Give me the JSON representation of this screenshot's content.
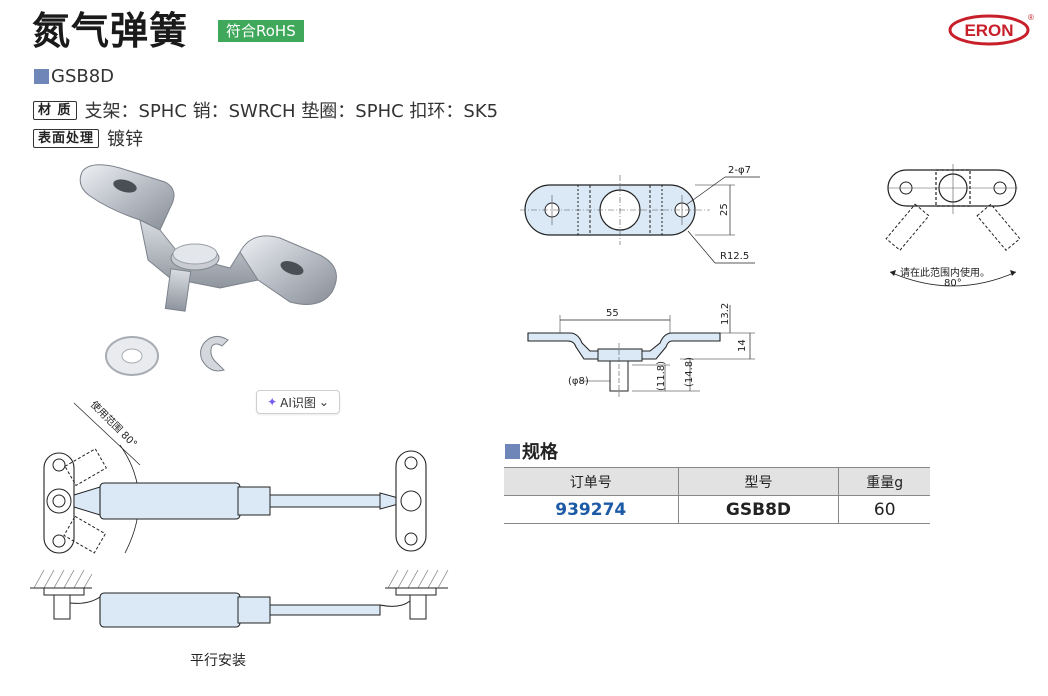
{
  "header": {
    "title": "氮气弹簧",
    "rohs_badge": "符合RoHS",
    "logo_text": "ERON",
    "logo_reg": "®"
  },
  "product": {
    "model_code": "GSB8D",
    "material_tag": "材 质",
    "material_text": "支架：SPHC 销：SWRCH 垫圈：SPHC 扣环：SK5",
    "surface_tag": "表面处理",
    "surface_text": "镀锌"
  },
  "ai_button": {
    "label": "AI识图",
    "chevron": "⌄",
    "icon": "sparkle-icon"
  },
  "drawing": {
    "hole_label": "2-φ7",
    "dim_25": "25",
    "r_label": "R12.5",
    "dim_55": "55",
    "dim_13_2": "13.2",
    "dim_14": "14",
    "phi8": "(φ8)",
    "dim_11_8": "(11.8)",
    "dim_14_8": "(14.8)",
    "range_note": "请在此范围内使用。",
    "range_deg": "80°",
    "usage_range": "使用范围 80°"
  },
  "spec": {
    "title": "规格",
    "headers": [
      "订单号",
      "型号",
      "重量g"
    ],
    "rows": [
      {
        "order_no": "939274",
        "model": "GSB8D",
        "weight": "60"
      }
    ]
  },
  "caption": "平行安装"
}
